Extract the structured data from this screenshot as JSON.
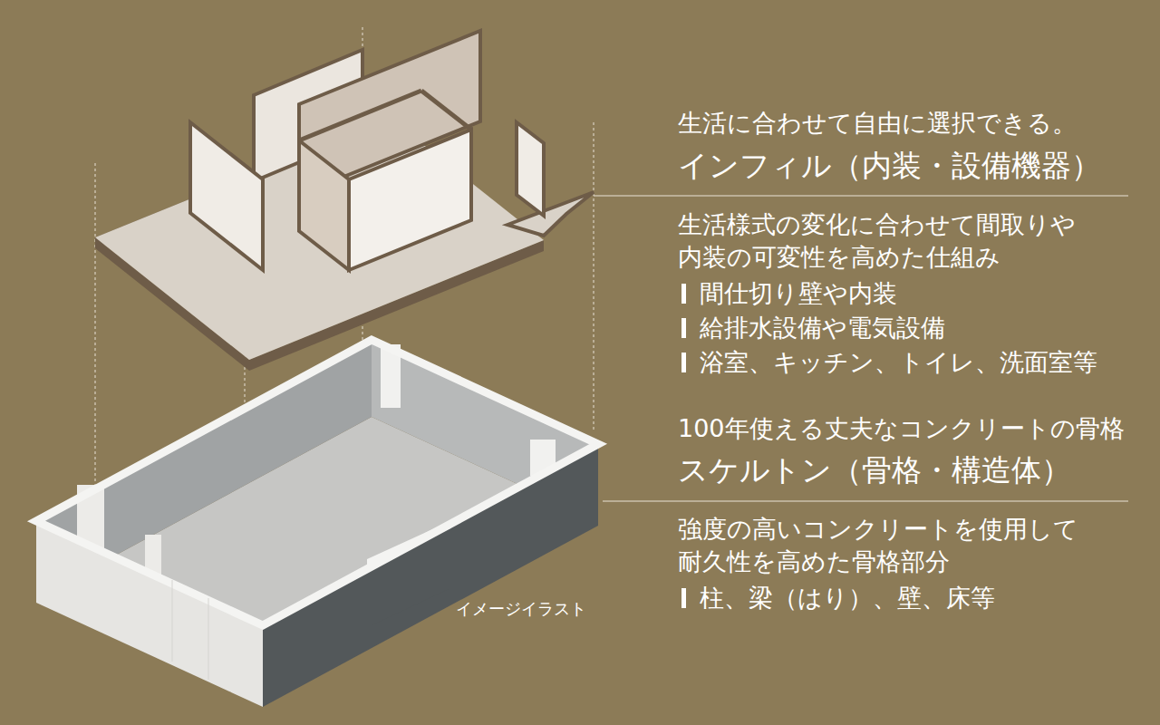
{
  "diagram": {
    "labels": [
      "生活に合わせて自由に選択できる。",
      "インフィル（内装・設備機器）",
      "生活様式の変化に合わせて間取りや 内装の可変性を高めた仕組み",
      "間仕切り壁や内装",
      "給排水設備や電気設備",
      "浴室、キッチン、トイレ、洗面室等",
      "100年使える丈夫なコンクリートの骨格",
      "スケルトン（骨格・構造体）",
      "強度の高いコンクリートを使用して 耐久性を高めた骨格部分",
      "柱、梁（はり）、壁、床等",
      "イメージイラスト"
    ]
  }
}
